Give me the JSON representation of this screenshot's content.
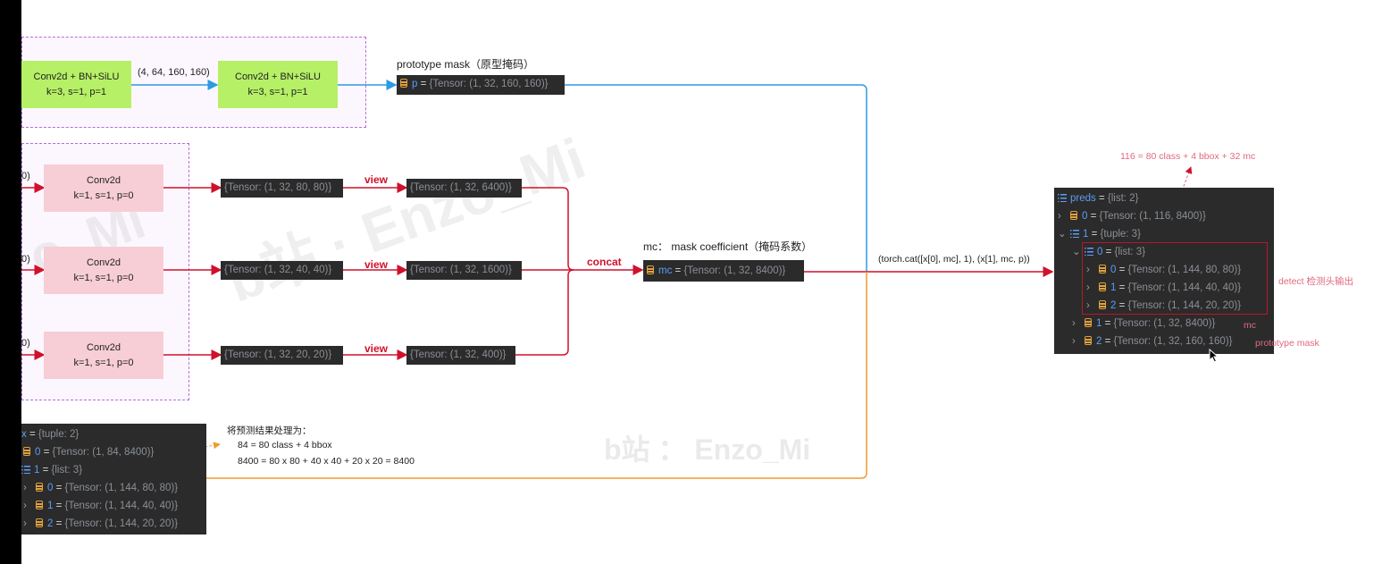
{
  "colors": {
    "red": "#d0112b",
    "blue": "#2b9be3",
    "orange": "#ef9b2c",
    "green_node": "#b6f066",
    "pink_node": "#f7cdd6",
    "purple_dash": "#b46fd6",
    "dark_panel": "#2b2b2b",
    "var_blue": "#5c9df5",
    "db_orange": "#e2a33c"
  },
  "proto": {
    "conv1_l1": "Conv2d + BN+SiLU",
    "conv1_l2": "k=3, s=1, p=1",
    "shape_label": "(4, 64, 160, 160)",
    "conv2_l1": "Conv2d + BN+SiLU",
    "conv2_l2": "k=3, s=1, p=1",
    "mask_title": "prototype mask（原型掩码）",
    "p_var": "p",
    "p_eq": " = ",
    "p_val": "{Tensor: (1, 32, 160, 160)}"
  },
  "branches": [
    {
      "input_frag": "0)",
      "conv_l1": "Conv2d",
      "conv_l2": "k=1, s=1, p=0",
      "out_tensor": "{Tensor: (1, 32, 80, 80)}",
      "view": "view",
      "view_tensor": "{Tensor: (1, 32, 6400)}"
    },
    {
      "input_frag": "0)",
      "conv_l1": "Conv2d",
      "conv_l2": "k=1, s=1, p=0",
      "out_tensor": "{Tensor: (1, 32, 40, 40)}",
      "view": "view",
      "view_tensor": "{Tensor: (1, 32, 1600)}"
    },
    {
      "input_frag": "0)",
      "conv_l1": "Conv2d",
      "conv_l2": "k=1, s=1, p=0",
      "out_tensor": "{Tensor: (1, 32, 20, 20)}",
      "view": "view",
      "view_tensor": "{Tensor: (1, 32, 400)}"
    }
  ],
  "concat_label": "concat",
  "mc": {
    "title": "mc：  mask coefficient（掩码系数）",
    "var": "mc",
    "eq": " = ",
    "val": "{Tensor: (1, 32, 8400)}"
  },
  "cat_expr": "(torch.cat([x[0], mc], 1), (x[1], mc, p))",
  "x_panel": {
    "rows": [
      {
        "var": "x",
        "eq": " = ",
        "val": "{tuple: 2}"
      },
      {
        "var": "0",
        "eq": " = ",
        "val": "{Tensor: (1, 84, 8400)}"
      },
      {
        "var": "1",
        "eq": " = ",
        "val": "{list: 3}"
      },
      {
        "var": "0",
        "eq": " = ",
        "val": "{Tensor: (1, 144, 80, 80)}"
      },
      {
        "var": "1",
        "eq": " = ",
        "val": "{Tensor: (1, 144, 40, 40)}"
      },
      {
        "var": "2",
        "eq": " = ",
        "val": "{Tensor: (1, 144, 20, 20)}"
      }
    ]
  },
  "pred_note": {
    "l1": "将预测结果处理为：",
    "l2": "84 = 80 class + 4 bbox",
    "l3": "8400 = 80 x 80 + 40 x 40 + 20 x 20 = 8400"
  },
  "preds_panel": {
    "rows": [
      {
        "var": "preds",
        "eq": " = ",
        "val": "{list: 2}"
      },
      {
        "var": "0",
        "eq": " = ",
        "val": "{Tensor: (1, 116, 8400)}"
      },
      {
        "var": "1",
        "eq": " = ",
        "val": "{tuple: 3}"
      },
      {
        "var": "0",
        "eq": " = ",
        "val": "{list: 3}"
      },
      {
        "var": "0",
        "eq": " = ",
        "val": "{Tensor: (1, 144, 80, 80)}"
      },
      {
        "var": "1",
        "eq": " = ",
        "val": "{Tensor: (1, 144, 40, 40)}"
      },
      {
        "var": "2",
        "eq": " = ",
        "val": "{Tensor: (1, 144, 20, 20)}"
      },
      {
        "var": "1",
        "eq": " = ",
        "val": "{Tensor: (1, 32, 8400)}"
      },
      {
        "var": "2",
        "eq": " = ",
        "val": "{Tensor: (1, 32, 160, 160)}"
      }
    ]
  },
  "notes": {
    "n116": "116 = 80 class + 4 bbox + 32 mc",
    "detect": "detect 检测头输出",
    "mc": "mc",
    "proto": "prototype mask"
  },
  "watermarks": {
    "w1": "b站 · Enzo_Mi",
    "w2": "b站 ： Enzo_Mi",
    "w3": "o_Mi"
  }
}
